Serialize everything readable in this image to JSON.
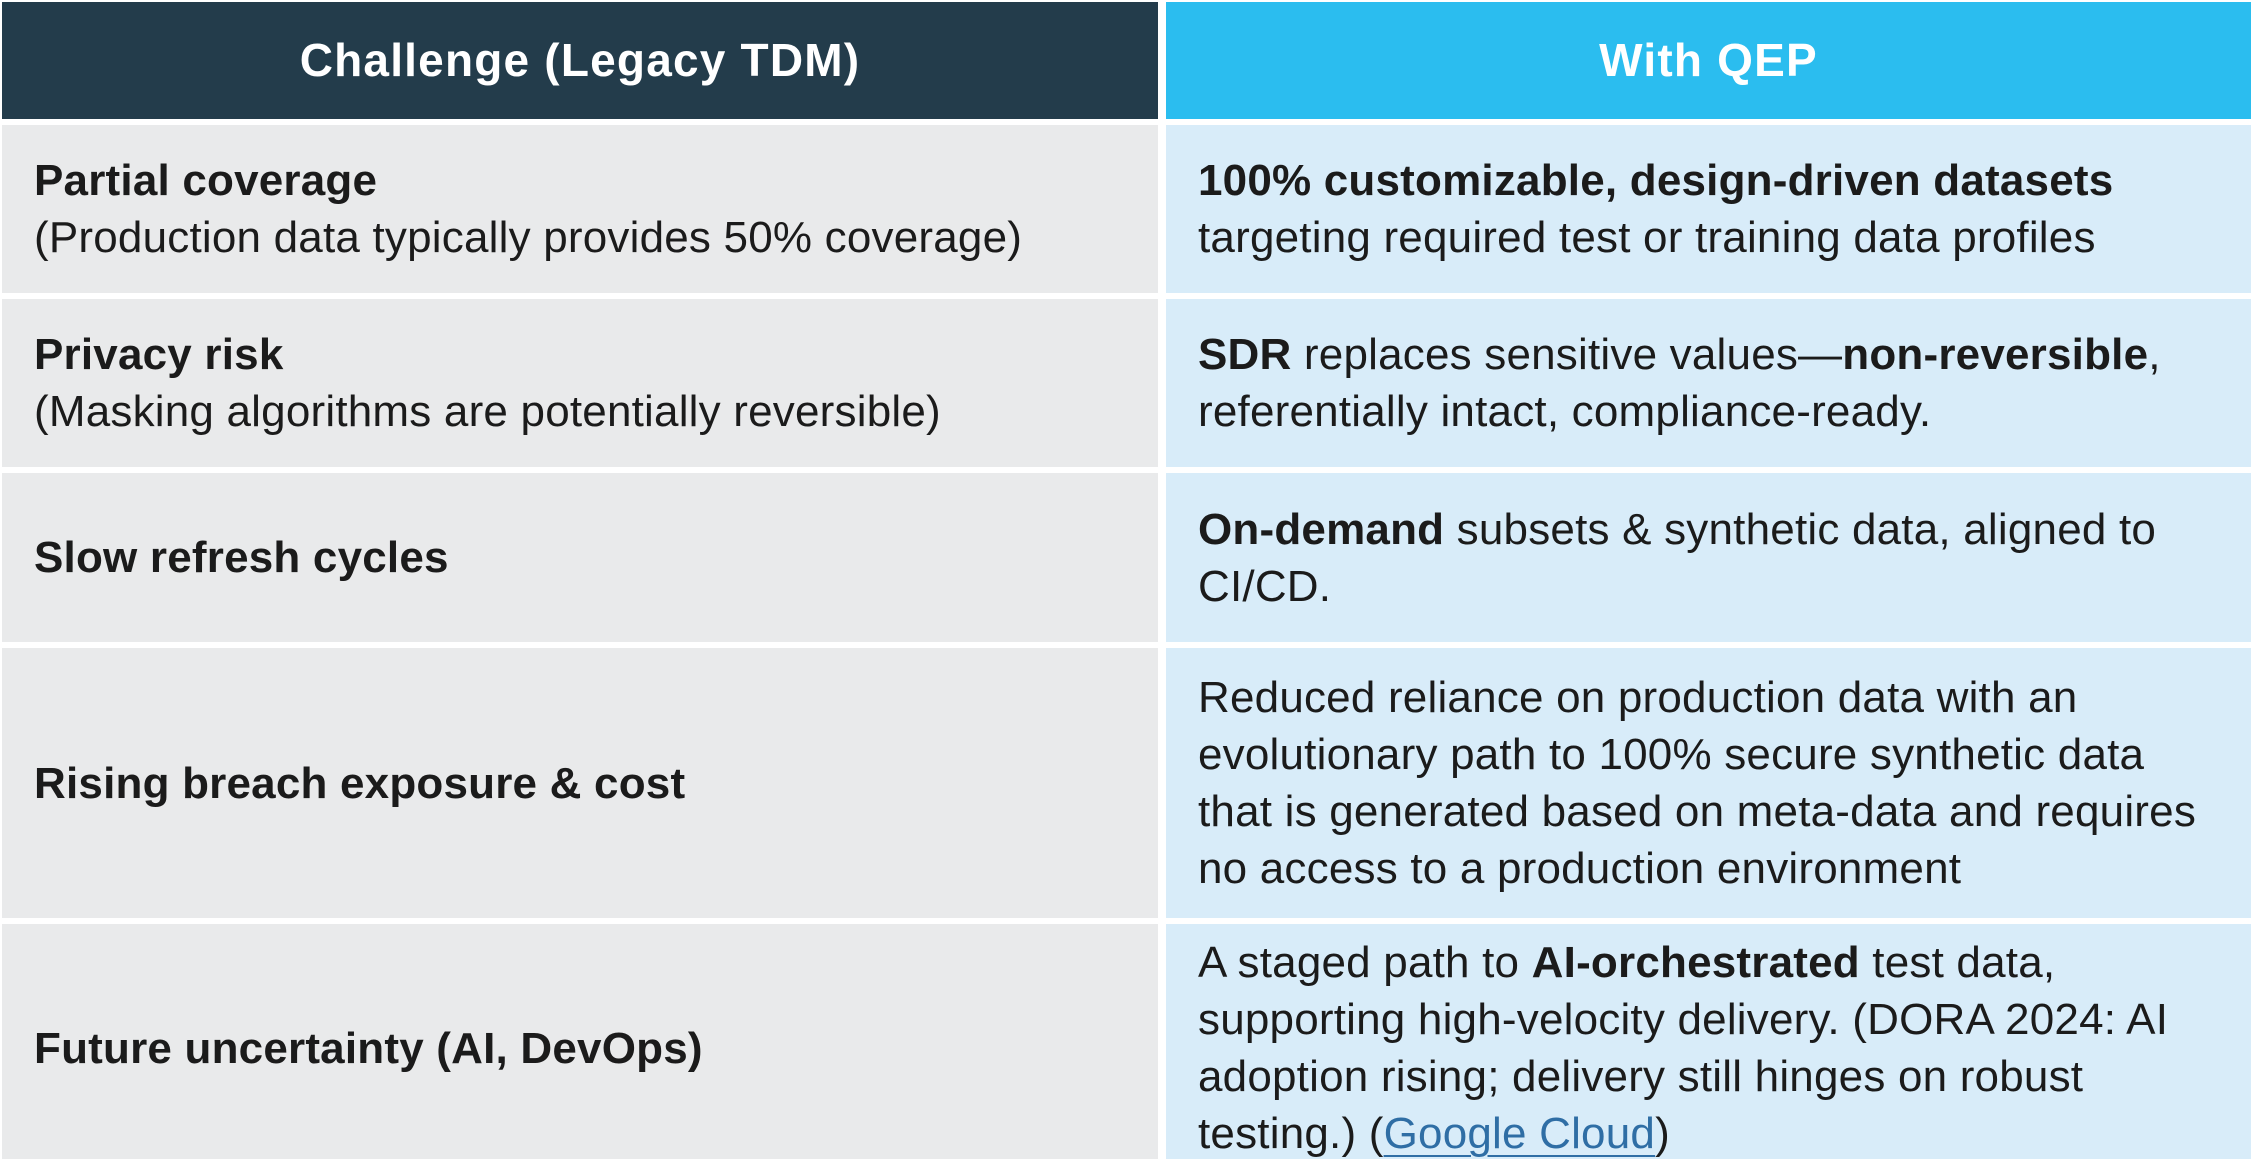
{
  "colors": {
    "header_challenge_bg": "#233c4b",
    "header_qep_bg": "#2bbdef",
    "header_text": "#ffffff",
    "challenge_cell_bg": "#e9eaeb",
    "qep_cell_bg": "#d8ecf9",
    "body_text": "#1b1b1b",
    "link_color": "#2f6ea5",
    "grid_gap": "#ffffff"
  },
  "headers": {
    "challenge": "Challenge (Legacy TDM)",
    "qep": "With QEP"
  },
  "rows": [
    {
      "left": {
        "title": "Partial coverage",
        "note": "(Production data typically provides 50% coverage)"
      },
      "right": {
        "segments": [
          {
            "text": "100% customizable, design-driven datasets",
            "bold": true
          },
          {
            "text": " targeting required test or training data profiles",
            "bold": false
          }
        ]
      }
    },
    {
      "left": {
        "title": "Privacy risk",
        "note": "(Masking algorithms are potentially reversible)"
      },
      "right": {
        "segments": [
          {
            "text": "SDR",
            "bold": true
          },
          {
            "text": " replaces sensitive values—",
            "bold": false
          },
          {
            "text": "non-reversible",
            "bold": true
          },
          {
            "text": ", referentially intact, compliance-ready.",
            "bold": false
          }
        ]
      }
    },
    {
      "left": {
        "title": "Slow refresh cycles",
        "note": ""
      },
      "right": {
        "segments": [
          {
            "text": "On-demand",
            "bold": true
          },
          {
            "text": " subsets & synthetic data, aligned to CI/CD.",
            "bold": false
          }
        ]
      }
    },
    {
      "left": {
        "title": "Rising breach exposure & cost",
        "note": ""
      },
      "right": {
        "segments": [
          {
            "text": "Reduced reliance on production data with an evolutionary path to 100% secure synthetic data that is generated based on meta-data and requires no access to a production environment",
            "bold": false
          }
        ]
      }
    },
    {
      "left": {
        "title": "Future uncertainty (AI, DevOps)",
        "note": ""
      },
      "right": {
        "segments": [
          {
            "text": "A staged path to ",
            "bold": false
          },
          {
            "text": "AI-orchestrated",
            "bold": true
          },
          {
            "text": " test data, supporting high-velocity delivery. (DORA 2024: AI adoption rising; delivery still hinges on robust testing.) (",
            "bold": false
          },
          {
            "text": "Google Cloud",
            "bold": false,
            "link": true
          },
          {
            "text": ")",
            "bold": false
          }
        ]
      }
    }
  ]
}
